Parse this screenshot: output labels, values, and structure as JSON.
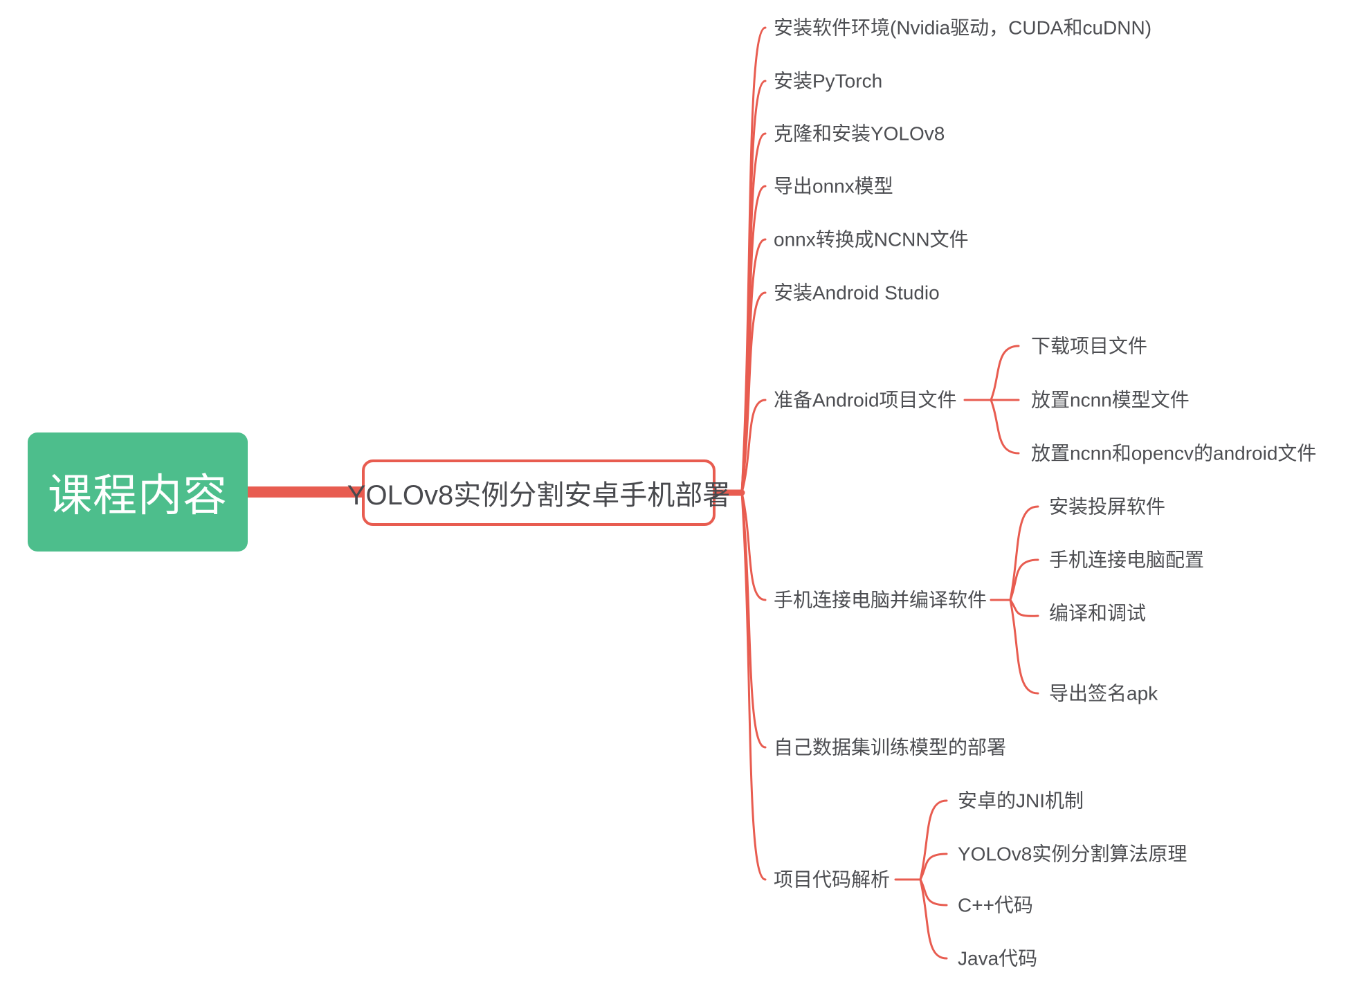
{
  "root": {
    "label": "课程内容"
  },
  "main": {
    "label": "YOLOv8实例分割安卓手机部署"
  },
  "branches": [
    {
      "label": "安装软件环境(Nvidia驱动，CUDA和cuDNN)",
      "children": []
    },
    {
      "label": "安装PyTorch",
      "children": []
    },
    {
      "label": "克隆和安装YOLOv8",
      "children": []
    },
    {
      "label": "导出onnx模型",
      "children": []
    },
    {
      "label": "onnx转换成NCNN文件",
      "children": []
    },
    {
      "label": "安装Android Studio",
      "children": []
    },
    {
      "label": "准备Android项目文件",
      "children": [
        "下载项目文件",
        "放置ncnn模型文件",
        "放置ncnn和opencv的android文件"
      ]
    },
    {
      "label": "手机连接电脑并编译软件",
      "children": [
        "安装投屏软件",
        "手机连接电脑配置",
        "编译和调试",
        "导出签名apk"
      ]
    },
    {
      "label": "自己数据集训练模型的部署",
      "children": []
    },
    {
      "label": "项目代码解析",
      "children": [
        "安卓的JNI机制",
        "YOLOv8实例分割算法原理",
        "C++代码",
        "Java代码"
      ]
    }
  ],
  "colors": {
    "accent": "#e85c50",
    "root_bg": "#4dbe8c",
    "text": "#4d4e52",
    "main_text": "#494a4e"
  }
}
